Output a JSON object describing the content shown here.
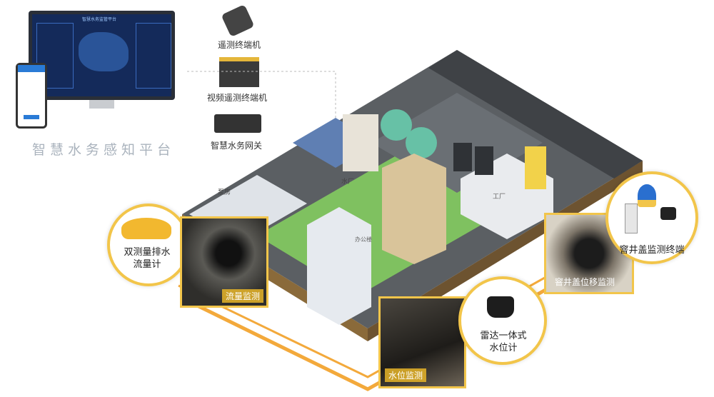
{
  "platform": {
    "title": "智慧水务感知平台",
    "monitor_header": "智慧水务监管平台"
  },
  "devices": {
    "remote_terminal": "遥测终端机",
    "video_terminal": "视频遥测终端机",
    "gateway": "智慧水务网关"
  },
  "buildings": {
    "pump_room": "泵房",
    "water_plant": "水厂",
    "office": "办公楼",
    "factory": "工厂"
  },
  "callouts": {
    "flow_meter": {
      "line1": "双测量排水",
      "line2": "流量计",
      "photo_tag": "流量监测"
    },
    "radar_level": {
      "line1": "雷达一体式",
      "line2": "水位计",
      "photo_tag": "水位监测"
    },
    "manhole": {
      "label": "窨井盖监测终端",
      "photo_tag": "窨井盖位移监测"
    }
  },
  "colors": {
    "accent_yellow": "#f2c54a",
    "pipe_orange": "#f3a93b",
    "ground_dark": "#5b5f63",
    "grass": "#7fc160"
  }
}
